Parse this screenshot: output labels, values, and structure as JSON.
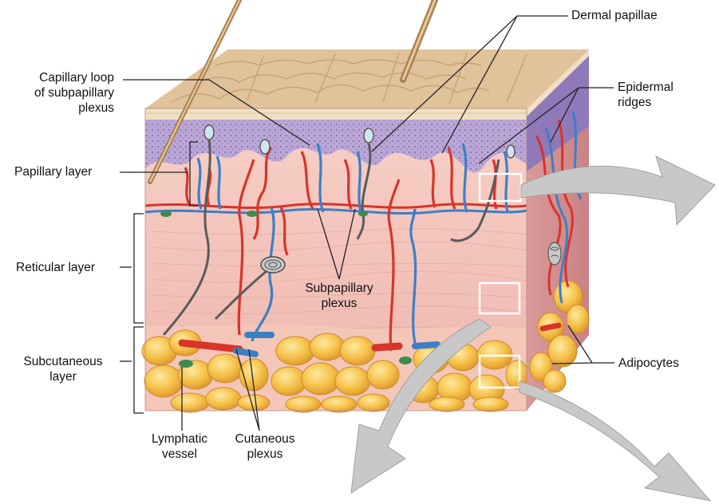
{
  "labels": {
    "dermal_papillae": "Dermal papillae",
    "capillary_loop": [
      "Capillary loop",
      "of subpapillary",
      "plexus"
    ],
    "epidermal_ridges": [
      "Epidermal",
      "ridges"
    ],
    "papillary_layer": "Papillary layer",
    "reticular_layer": "Reticular layer",
    "subpapillary_plexus": [
      "Subpapillary",
      "plexus"
    ],
    "subcutaneous_layer": [
      "Subcutaneous",
      "layer"
    ],
    "adipocytes": "Adipocytes",
    "lymphatic_vessel": [
      "Lymphatic",
      "vessel"
    ],
    "cutaneous_plexus": [
      "Cutaneous",
      "plexus"
    ]
  },
  "colors": {
    "epidermis": "#b9a6d2",
    "stratum_corneum": "#d9b48c",
    "dermis": "#f2c1b9",
    "fat": "#f6c24a",
    "artery": "#d8342a",
    "vein": "#3d7fc6",
    "lymph": "#3f8a50",
    "nerve": "#5b5b5b",
    "arrow": "#c8c8c8"
  }
}
